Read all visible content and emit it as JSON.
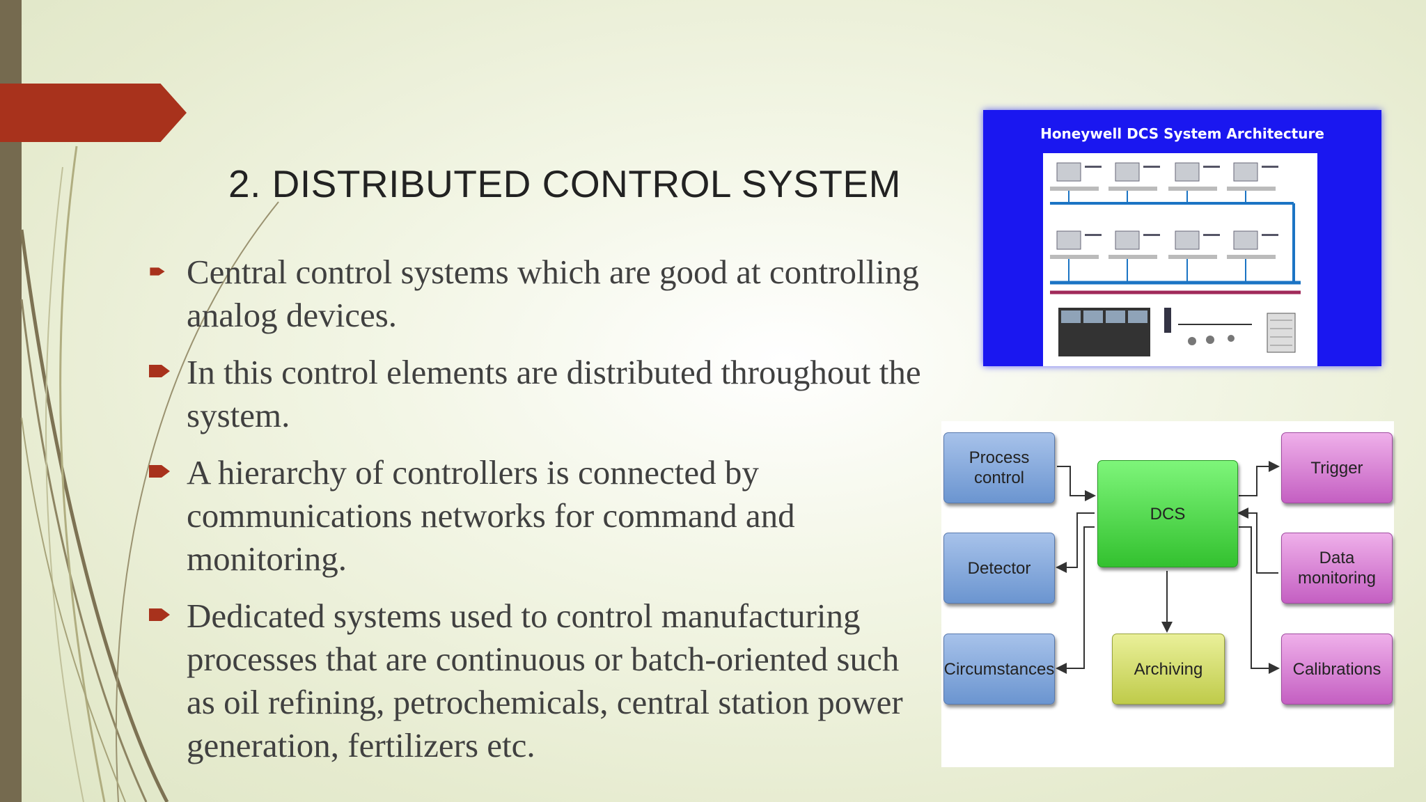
{
  "slide": {
    "title": "2. DISTRIBUTED CONTROL SYSTEM",
    "bullets": [
      " Central control systems which are good at controlling analog devices.",
      "In this control elements are distributed throughout the system.",
      "A hierarchy of controllers is connected by communications networks for command and monitoring.",
      "Dedicated systems used to control manufacturing processes that are continuous or batch-oriented such as oil refining, petrochemicals, central station power generation, fertilizers etc."
    ],
    "accent_color": "#a8321c",
    "bar_color": "#756a4f"
  },
  "figure_honeywell": {
    "title": "Honeywell DCS System Architecture",
    "background_color": "#1a17f0"
  },
  "figure_dcs": {
    "center": "DCS",
    "left": [
      "Process control",
      "Detector",
      "Circumstances"
    ],
    "right": [
      "Trigger",
      "Data monitoring",
      "Calibrations"
    ],
    "bottom": "Archiving"
  }
}
